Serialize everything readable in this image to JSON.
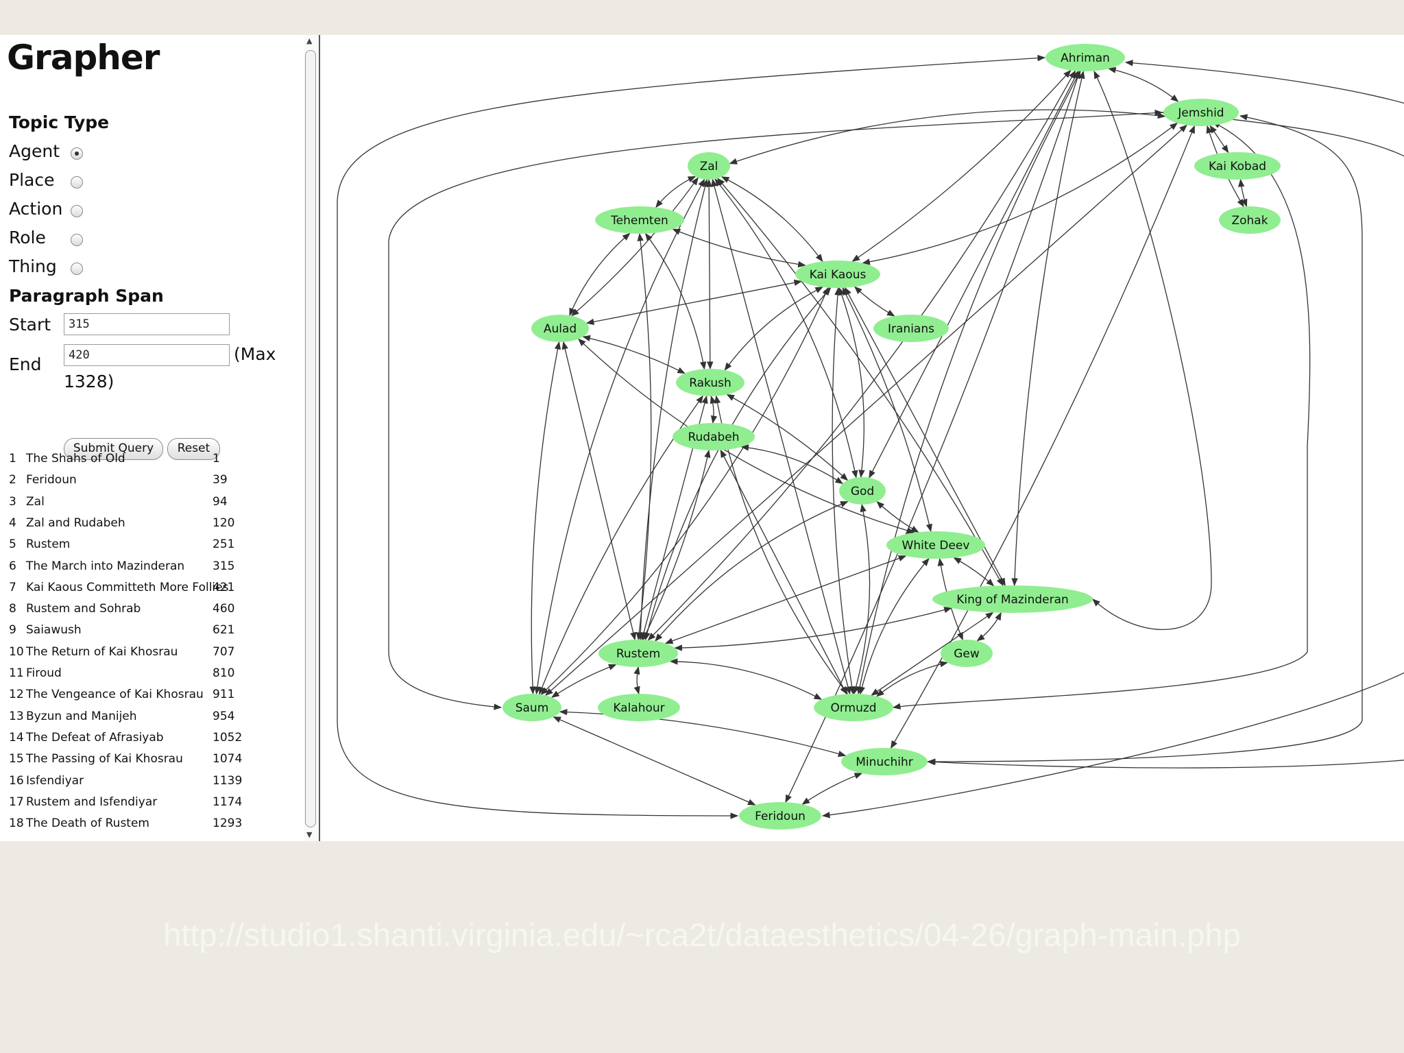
{
  "app": {
    "title": "Grapher"
  },
  "form": {
    "topic_type_heading": "Topic Type",
    "topic_types": [
      {
        "label": "Agent",
        "checked": true
      },
      {
        "label": "Place",
        "checked": false
      },
      {
        "label": "Action",
        "checked": false
      },
      {
        "label": "Role",
        "checked": false
      },
      {
        "label": "Thing",
        "checked": false
      }
    ],
    "paragraph_span_heading": "Paragraph Span",
    "start_label": "Start",
    "start_value": "315",
    "end_label": "End",
    "end_value": "420",
    "max_note_1": "(Max",
    "max_note_2": "1328)",
    "submit_label": "Submit Query",
    "reset_label": "Reset"
  },
  "chapters": [
    {
      "num": "1",
      "title": "The Shahs of Old",
      "para": "1"
    },
    {
      "num": "2",
      "title": "Feridoun",
      "para": "39"
    },
    {
      "num": "3",
      "title": "Zal",
      "para": "94"
    },
    {
      "num": "4",
      "title": "Zal and Rudabeh",
      "para": "120"
    },
    {
      "num": "5",
      "title": "Rustem",
      "para": "251"
    },
    {
      "num": "6",
      "title": "The March into Mazinderan",
      "para": "315"
    },
    {
      "num": "7",
      "title": "Kai Kaous Committeth More Follies",
      "para": "421"
    },
    {
      "num": "8",
      "title": "Rustem and Sohrab",
      "para": "460"
    },
    {
      "num": "9",
      "title": "Saiawush",
      "para": "621"
    },
    {
      "num": "10",
      "title": "The Return of Kai Khosrau",
      "para": "707"
    },
    {
      "num": "11",
      "title": "Firoud",
      "para": "810"
    },
    {
      "num": "12",
      "title": "The Vengeance of Kai Khosrau",
      "para": "911"
    },
    {
      "num": "13",
      "title": "Byzun and Manijeh",
      "para": "954"
    },
    {
      "num": "14",
      "title": "The Defeat of Afrasiyab",
      "para": "1052"
    },
    {
      "num": "15",
      "title": "The Passing of Kai Khosrau",
      "para": "1074"
    },
    {
      "num": "16",
      "title": "Isfendiyar",
      "para": "1139"
    },
    {
      "num": "17",
      "title": "Rustem and Isfendiyar",
      "para": "1174"
    },
    {
      "num": "18",
      "title": "The Death of Rustem",
      "para": "1293"
    }
  ],
  "graph": {
    "node_color": "#90ee90",
    "edge_color": "#333333",
    "nodes": [
      {
        "id": "ahriman",
        "label": "Ahriman"
      },
      {
        "id": "jemshid",
        "label": "Jemshid"
      },
      {
        "id": "kaikobad",
        "label": "Kai Kobad"
      },
      {
        "id": "zohak",
        "label": "Zohak"
      },
      {
        "id": "zal",
        "label": "Zal"
      },
      {
        "id": "tehemten",
        "label": "Tehemten"
      },
      {
        "id": "kaikaous",
        "label": "Kai Kaous"
      },
      {
        "id": "aulad",
        "label": "Aulad"
      },
      {
        "id": "iranians",
        "label": "Iranians"
      },
      {
        "id": "rakush",
        "label": "Rakush"
      },
      {
        "id": "rudabeh",
        "label": "Rudabeh"
      },
      {
        "id": "god",
        "label": "God"
      },
      {
        "id": "whitedeev",
        "label": "White Deev"
      },
      {
        "id": "kingmaz",
        "label": "King of Mazinderan"
      },
      {
        "id": "gew",
        "label": "Gew"
      },
      {
        "id": "rustem",
        "label": "Rustem"
      },
      {
        "id": "saum",
        "label": "Saum"
      },
      {
        "id": "kalahour",
        "label": "Kalahour"
      },
      {
        "id": "ormuzd",
        "label": "Ormuzd"
      },
      {
        "id": "minuchihr",
        "label": "Minuchihr"
      },
      {
        "id": "feridoun",
        "label": "Feridoun"
      }
    ],
    "edges": [
      [
        "ahriman",
        "jemshid"
      ],
      [
        "ahriman",
        "kaikaous"
      ],
      [
        "ahriman",
        "god"
      ],
      [
        "ahriman",
        "kingmaz"
      ],
      [
        "ahriman",
        "ormuzd"
      ],
      [
        "ahriman",
        "rustem"
      ],
      [
        "ahriman",
        "feridoun"
      ],
      [
        "jemshid",
        "kaikobad"
      ],
      [
        "jemshid",
        "zohak"
      ],
      [
        "jemshid",
        "zal"
      ],
      [
        "jemshid",
        "kaikaous"
      ],
      [
        "jemshid",
        "minuchihr"
      ],
      [
        "jemshid",
        "saum"
      ],
      [
        "kaikobad",
        "zohak"
      ],
      [
        "zal",
        "tehemten"
      ],
      [
        "zal",
        "kaikaous"
      ],
      [
        "zal",
        "aulad"
      ],
      [
        "zal",
        "rakush"
      ],
      [
        "zal",
        "rustem"
      ],
      [
        "zal",
        "saum"
      ],
      [
        "zal",
        "god"
      ],
      [
        "zal",
        "kingmaz"
      ],
      [
        "zal",
        "ormuzd"
      ],
      [
        "tehemten",
        "kaikaous"
      ],
      [
        "tehemten",
        "aulad"
      ],
      [
        "tehemten",
        "rakush"
      ],
      [
        "tehemten",
        "rustem"
      ],
      [
        "kaikaous",
        "aulad"
      ],
      [
        "kaikaous",
        "iranians"
      ],
      [
        "kaikaous",
        "rakush"
      ],
      [
        "kaikaous",
        "god"
      ],
      [
        "kaikaous",
        "whitedeev"
      ],
      [
        "kaikaous",
        "kingmaz"
      ],
      [
        "kaikaous",
        "ormuzd"
      ],
      [
        "kaikaous",
        "rustem"
      ],
      [
        "kaikaous",
        "saum"
      ],
      [
        "aulad",
        "rakush"
      ],
      [
        "aulad",
        "rustem"
      ],
      [
        "aulad",
        "saum"
      ],
      [
        "aulad",
        "whitedeev"
      ],
      [
        "rakush",
        "rudabeh"
      ],
      [
        "rakush",
        "god"
      ],
      [
        "rakush",
        "rustem"
      ],
      [
        "rakush",
        "saum"
      ],
      [
        "rakush",
        "ormuzd"
      ],
      [
        "rudabeh",
        "god"
      ],
      [
        "rudabeh",
        "rustem"
      ],
      [
        "rudabeh",
        "ormuzd"
      ],
      [
        "god",
        "whitedeev"
      ],
      [
        "god",
        "rustem"
      ],
      [
        "god",
        "ormuzd"
      ],
      [
        "whitedeev",
        "kingmaz"
      ],
      [
        "whitedeev",
        "rustem"
      ],
      [
        "whitedeev",
        "gew"
      ],
      [
        "whitedeev",
        "ormuzd"
      ],
      [
        "kingmaz",
        "gew"
      ],
      [
        "kingmaz",
        "rustem"
      ],
      [
        "kingmaz",
        "ormuzd"
      ],
      [
        "rustem",
        "saum"
      ],
      [
        "rustem",
        "kalahour"
      ],
      [
        "rustem",
        "ormuzd"
      ],
      [
        "saum",
        "minuchihr"
      ],
      [
        "saum",
        "feridoun"
      ],
      [
        "minuchihr",
        "feridoun"
      ],
      [
        "gew",
        "ormuzd"
      ]
    ]
  },
  "footer": {
    "url": "http://studio1.shanti.virginia.edu/~rca2t/dataesthetics/04-26/graph-main.php"
  }
}
